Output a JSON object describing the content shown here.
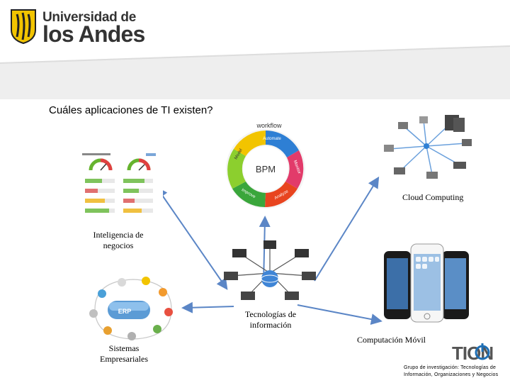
{
  "institution": {
    "name_line1": "Universidad de",
    "name_line2": "los Andes"
  },
  "slide": {
    "title": "Cuáles aplicaciones de TI existen?"
  },
  "bpm_cycle": {
    "label_top": "workflow",
    "center": "BPM",
    "segments": [
      "Automate",
      "Monitor",
      "Analyze",
      "Improve",
      "Model"
    ]
  },
  "erp_hub": {
    "center": "ERP"
  },
  "labels": {
    "cloud": "Cloud Computing",
    "bi": "Inteligencia de negocios",
    "ti": "Tecnologías de información",
    "mobile": "Computación Móvil",
    "erp": "Sistemas Empresariales"
  },
  "footer": {
    "logo_text": "TION",
    "group_text": "Grupo de investigación: Tecnologías de Información, Organizaciones y Negocios"
  },
  "colors": {
    "accent_yellow": "#f2c400",
    "arrow_blue": "#5b86c6",
    "logo_gray": "#333333",
    "tion_blue": "#1f6fb5"
  }
}
